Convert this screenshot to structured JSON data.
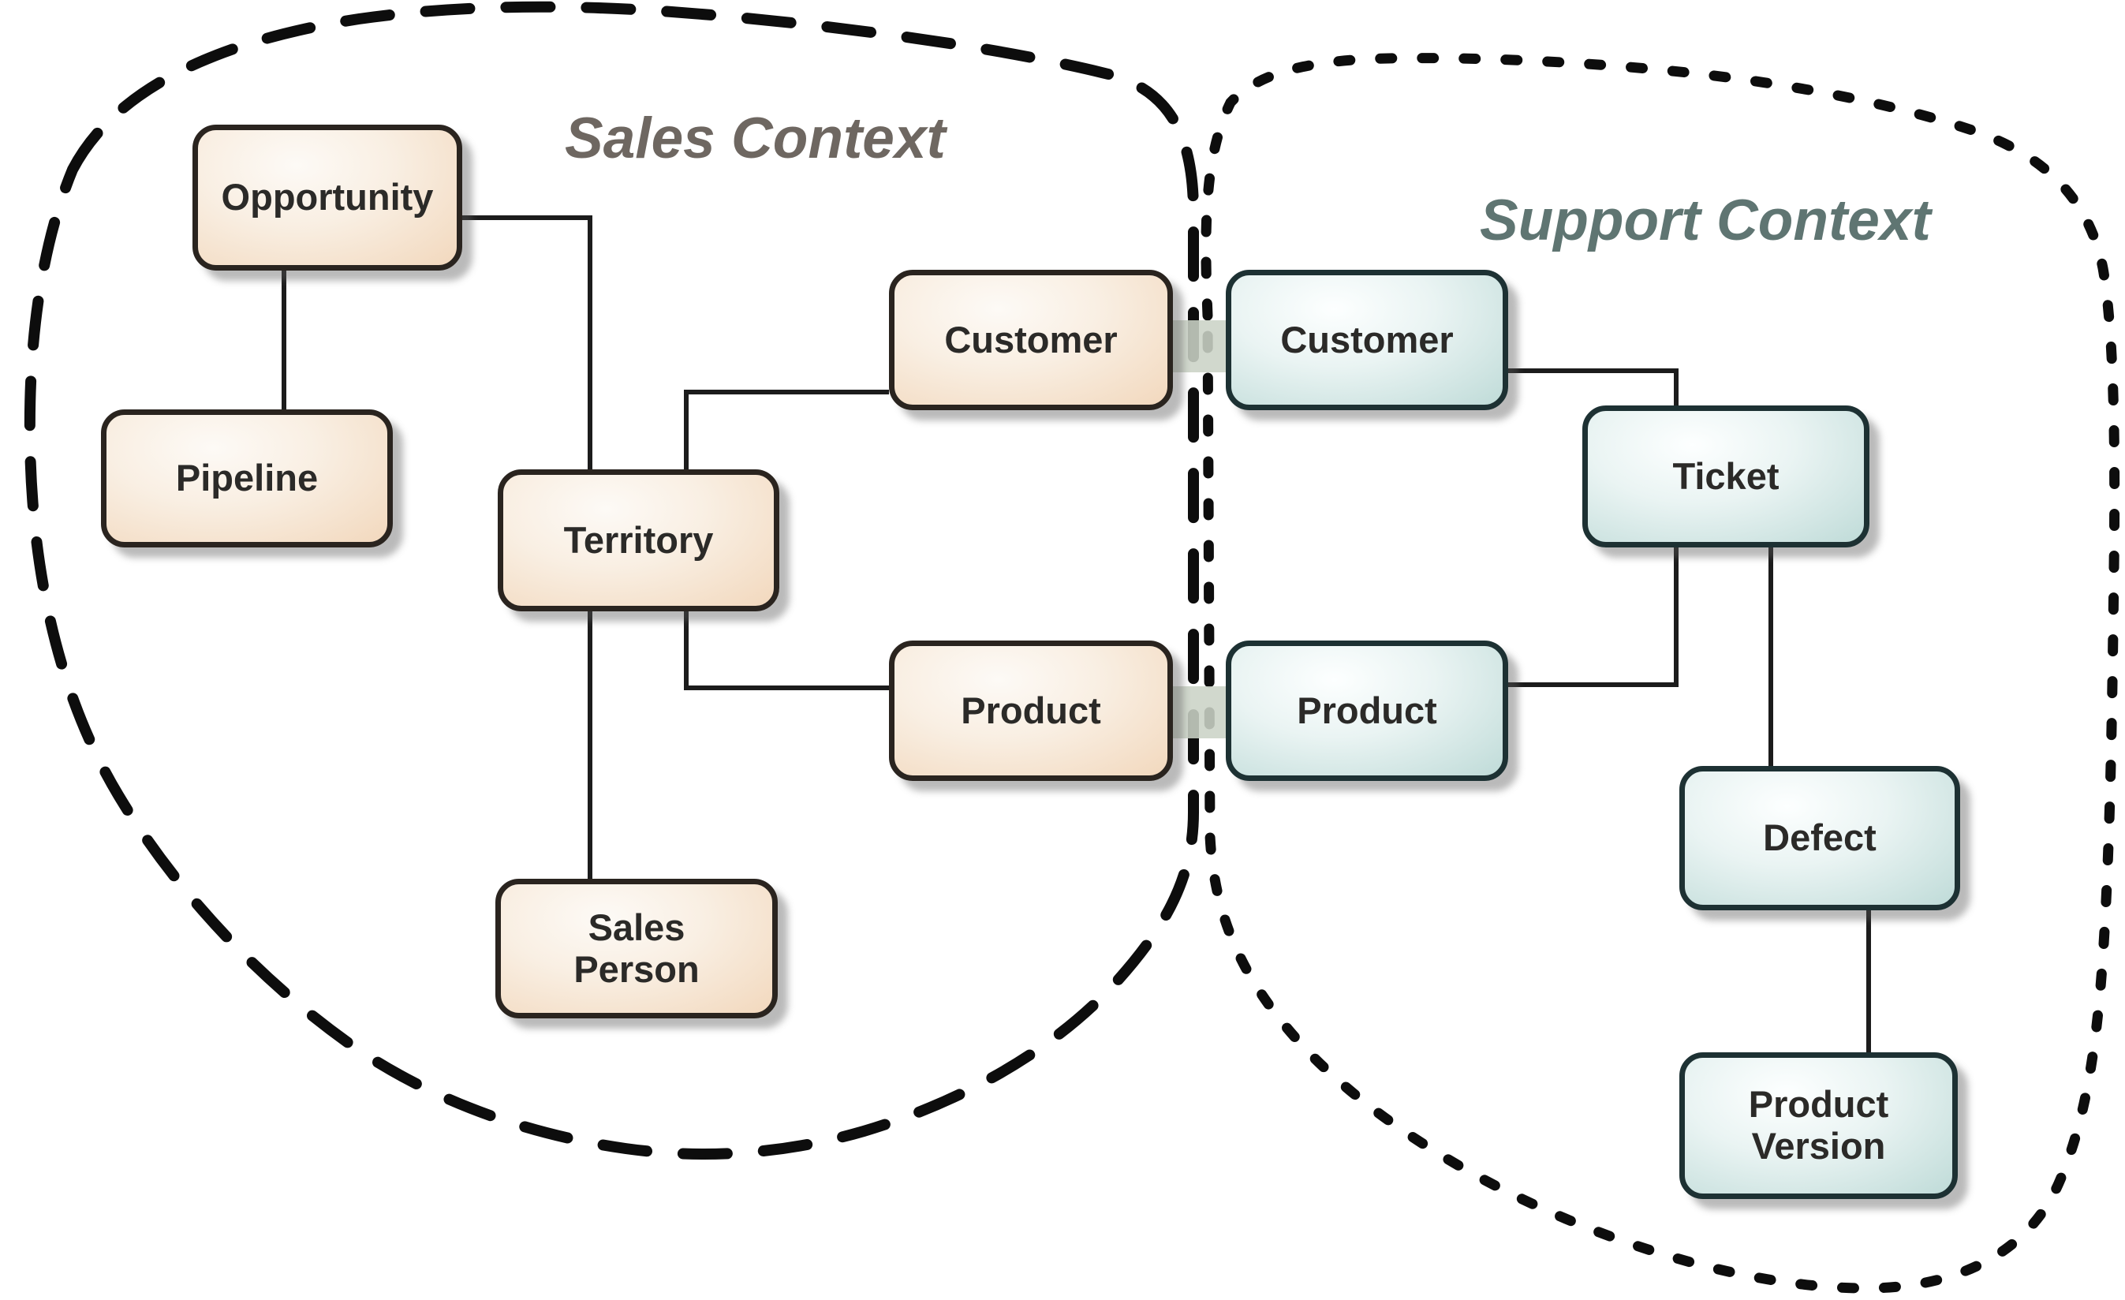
{
  "contexts": {
    "sales": {
      "label": "Sales Context",
      "boundary_style": "long-dashed loop",
      "entity_labels": [
        "Opportunity",
        "Pipeline",
        "Territory",
        "Sales Person",
        "Customer",
        "Product"
      ]
    },
    "support": {
      "label": "Support Context",
      "boundary_style": "dotted loop",
      "entity_labels": [
        "Customer",
        "Ticket",
        "Product",
        "Defect",
        "Product Version"
      ]
    }
  },
  "entities": {
    "opportunity": {
      "label": "Opportunity",
      "context": "sales"
    },
    "pipeline": {
      "label": "Pipeline",
      "context": "sales"
    },
    "territory": {
      "label": "Territory",
      "context": "sales"
    },
    "sales_person": {
      "label": "Sales Person",
      "context": "sales"
    },
    "customer_sales": {
      "label": "Customer",
      "context": "sales"
    },
    "product_sales": {
      "label": "Product",
      "context": "sales"
    },
    "customer_support": {
      "label": "Customer",
      "context": "support"
    },
    "ticket": {
      "label": "Ticket",
      "context": "support"
    },
    "product_support": {
      "label": "Product",
      "context": "support"
    },
    "defect": {
      "label": "Defect",
      "context": "support"
    },
    "product_version": {
      "label": "Product Version",
      "context": "support"
    }
  },
  "relationships": [
    {
      "from": "Opportunity",
      "to": "Pipeline"
    },
    {
      "from": "Opportunity",
      "to": "Territory"
    },
    {
      "from": "Customer (sales)",
      "to": "Territory"
    },
    {
      "from": "Territory",
      "to": "Sales Person"
    },
    {
      "from": "Territory",
      "to": "Product (sales)"
    },
    {
      "from": "Customer (support)",
      "to": "Ticket"
    },
    {
      "from": "Ticket",
      "to": "Product (support)"
    },
    {
      "from": "Ticket",
      "to": "Defect"
    },
    {
      "from": "Defect",
      "to": "Product Version"
    }
  ],
  "shared_mappings": [
    {
      "sales": "Customer",
      "support": "Customer"
    },
    {
      "sales": "Product",
      "support": "Product"
    }
  ],
  "colors": {
    "sales_label": "#6e6761",
    "support_label": "#5f7572",
    "sales_node_border": "#2a241f",
    "sales_node_fill_edge": "#f2d8bd",
    "support_node_border": "#1d3133",
    "support_node_fill_edge": "#bfdbd8",
    "node_text": "#2b2a28",
    "connector": "#1c1c1c",
    "boundary": "#0d0d0d",
    "shared_band": "#cbd3c6",
    "background": "#ffffff"
  }
}
